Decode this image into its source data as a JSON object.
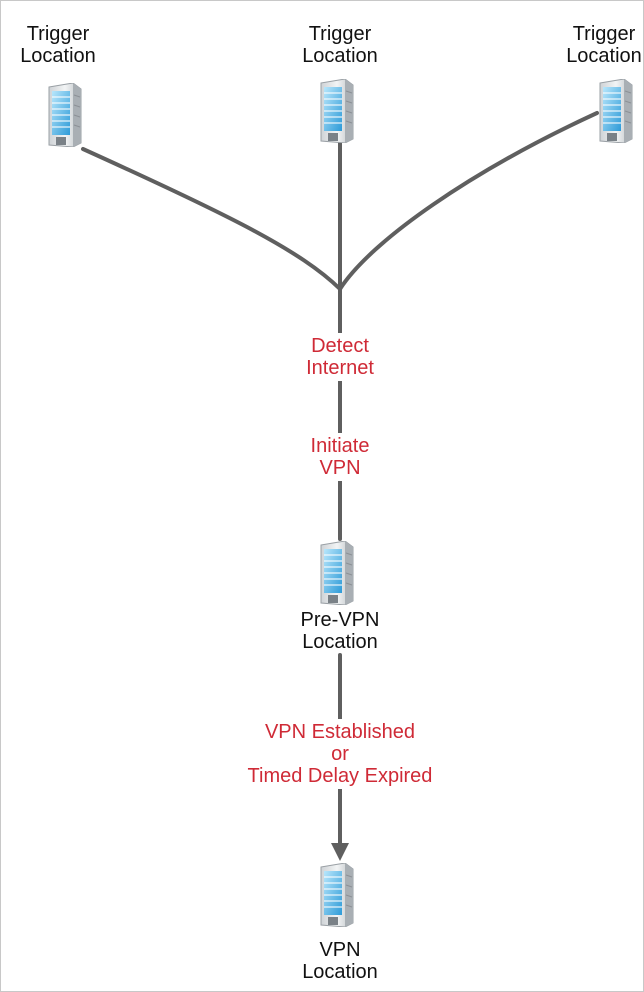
{
  "nodes": {
    "trigger_left": "Trigger\nLocation",
    "trigger_center": "Trigger\nLocation",
    "trigger_right": "Trigger\nLocation",
    "pre_vpn": "Pre-VPN\nLocation",
    "vpn": "VPN\nLocation"
  },
  "edges": {
    "detect_internet": "Detect\nInternet",
    "initiate_vpn": "Initiate\nVPN",
    "vpn_established": "VPN Established\nor\nTimed Delay Expired"
  },
  "colors": {
    "line": "#5f5f5f",
    "edge_text": "#cf2a36",
    "building_light": "#9fdcf6",
    "building_blue": "#2e9bd8"
  },
  "icons": [
    "building-icon"
  ]
}
